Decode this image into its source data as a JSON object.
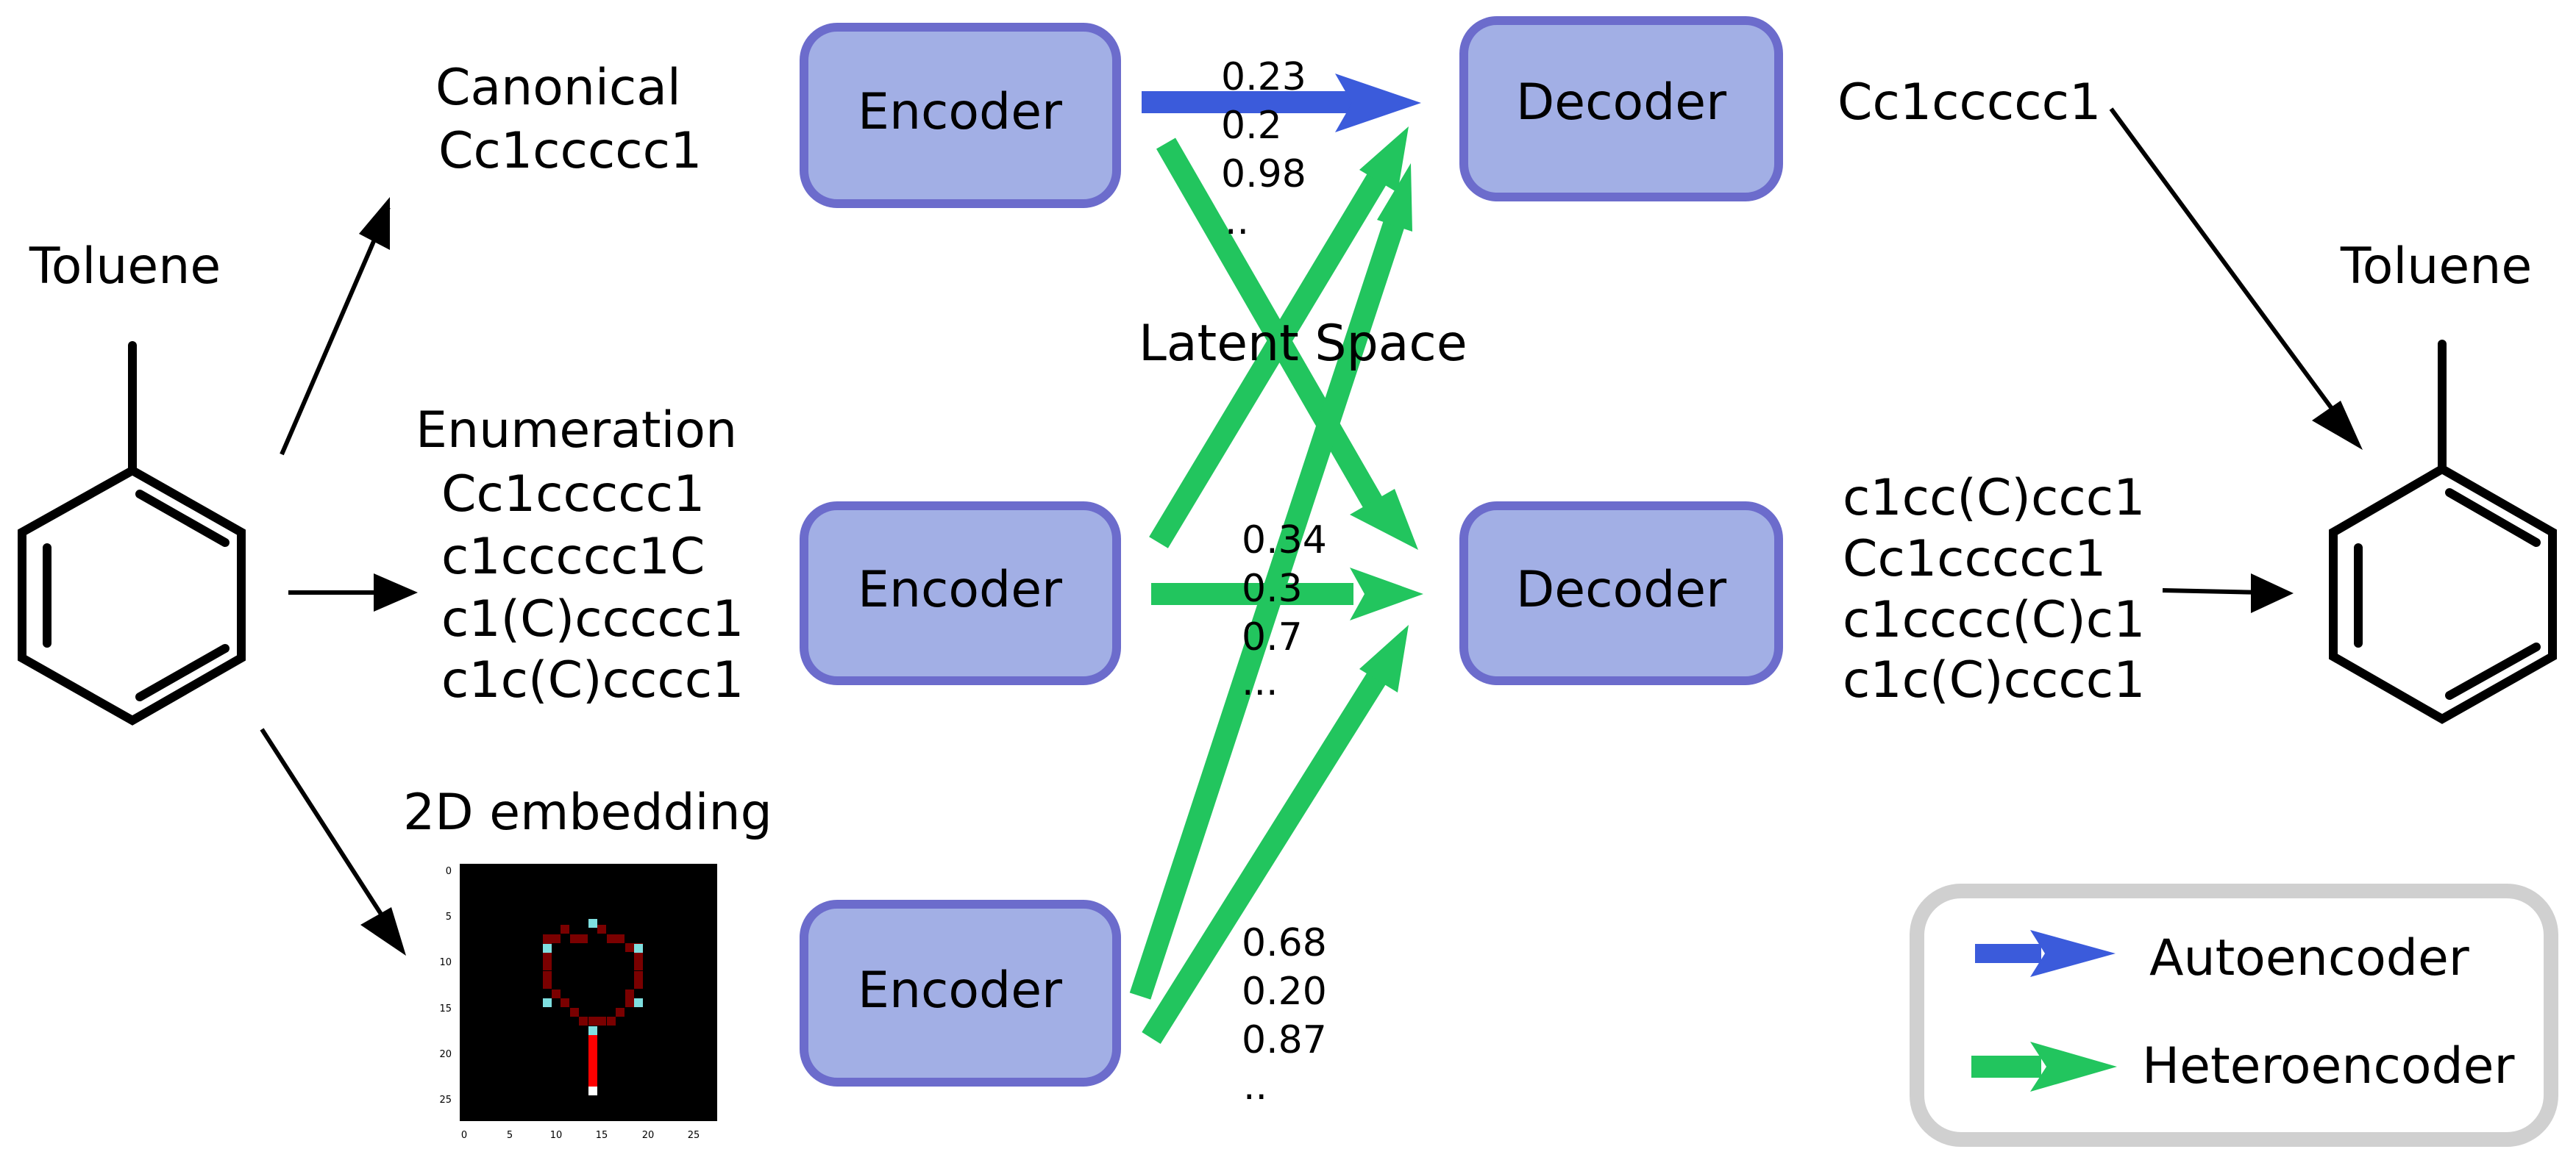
{
  "molecule_input": {
    "name": "Toluene"
  },
  "molecule_output": {
    "name": "Toluene"
  },
  "canonical": {
    "title": "Canonical",
    "smiles": "Cc1ccccc1"
  },
  "enumeration": {
    "title": "Enumeration",
    "smiles": [
      "Cc1ccccc1",
      "c1ccccc1C",
      "c1(C)ccccc1",
      "c1c(C)cccc1"
    ]
  },
  "embedding": {
    "title": "2D embedding",
    "axis_ticks": [
      "0",
      "5",
      "10",
      "15",
      "20",
      "25"
    ]
  },
  "encoders": [
    "Encoder",
    "Encoder",
    "Encoder"
  ],
  "decoders": [
    "Decoder",
    "Decoder"
  ],
  "latent_space": {
    "label": "Latent Space",
    "vectors": [
      [
        "0.23",
        "0.2",
        "0.98",
        ".."
      ],
      [
        "0.34",
        "0.3",
        "0.7",
        "..."
      ],
      [
        "0.68",
        "0.20",
        "0.87",
        ".."
      ]
    ]
  },
  "decoder_outputs": {
    "top": "Cc1ccccc1",
    "bottom": [
      "c1cc(C)ccc1",
      "Cc1ccccc1",
      "c1cccc(C)c1",
      "c1c(C)cccc1"
    ]
  },
  "legend": {
    "items": [
      {
        "label": "Autoencoder",
        "color": "#3b5bdb"
      },
      {
        "label": "Heteroencoder",
        "color": "#22c55e"
      }
    ]
  },
  "colors": {
    "encoder_fill": "#a2afe5",
    "encoder_stroke": "#6c6ccc",
    "autoencoder_arrow": "#3b5bdb",
    "heteroencoder_arrow": "#22c55e",
    "legend_border": "#d0d0d0"
  }
}
